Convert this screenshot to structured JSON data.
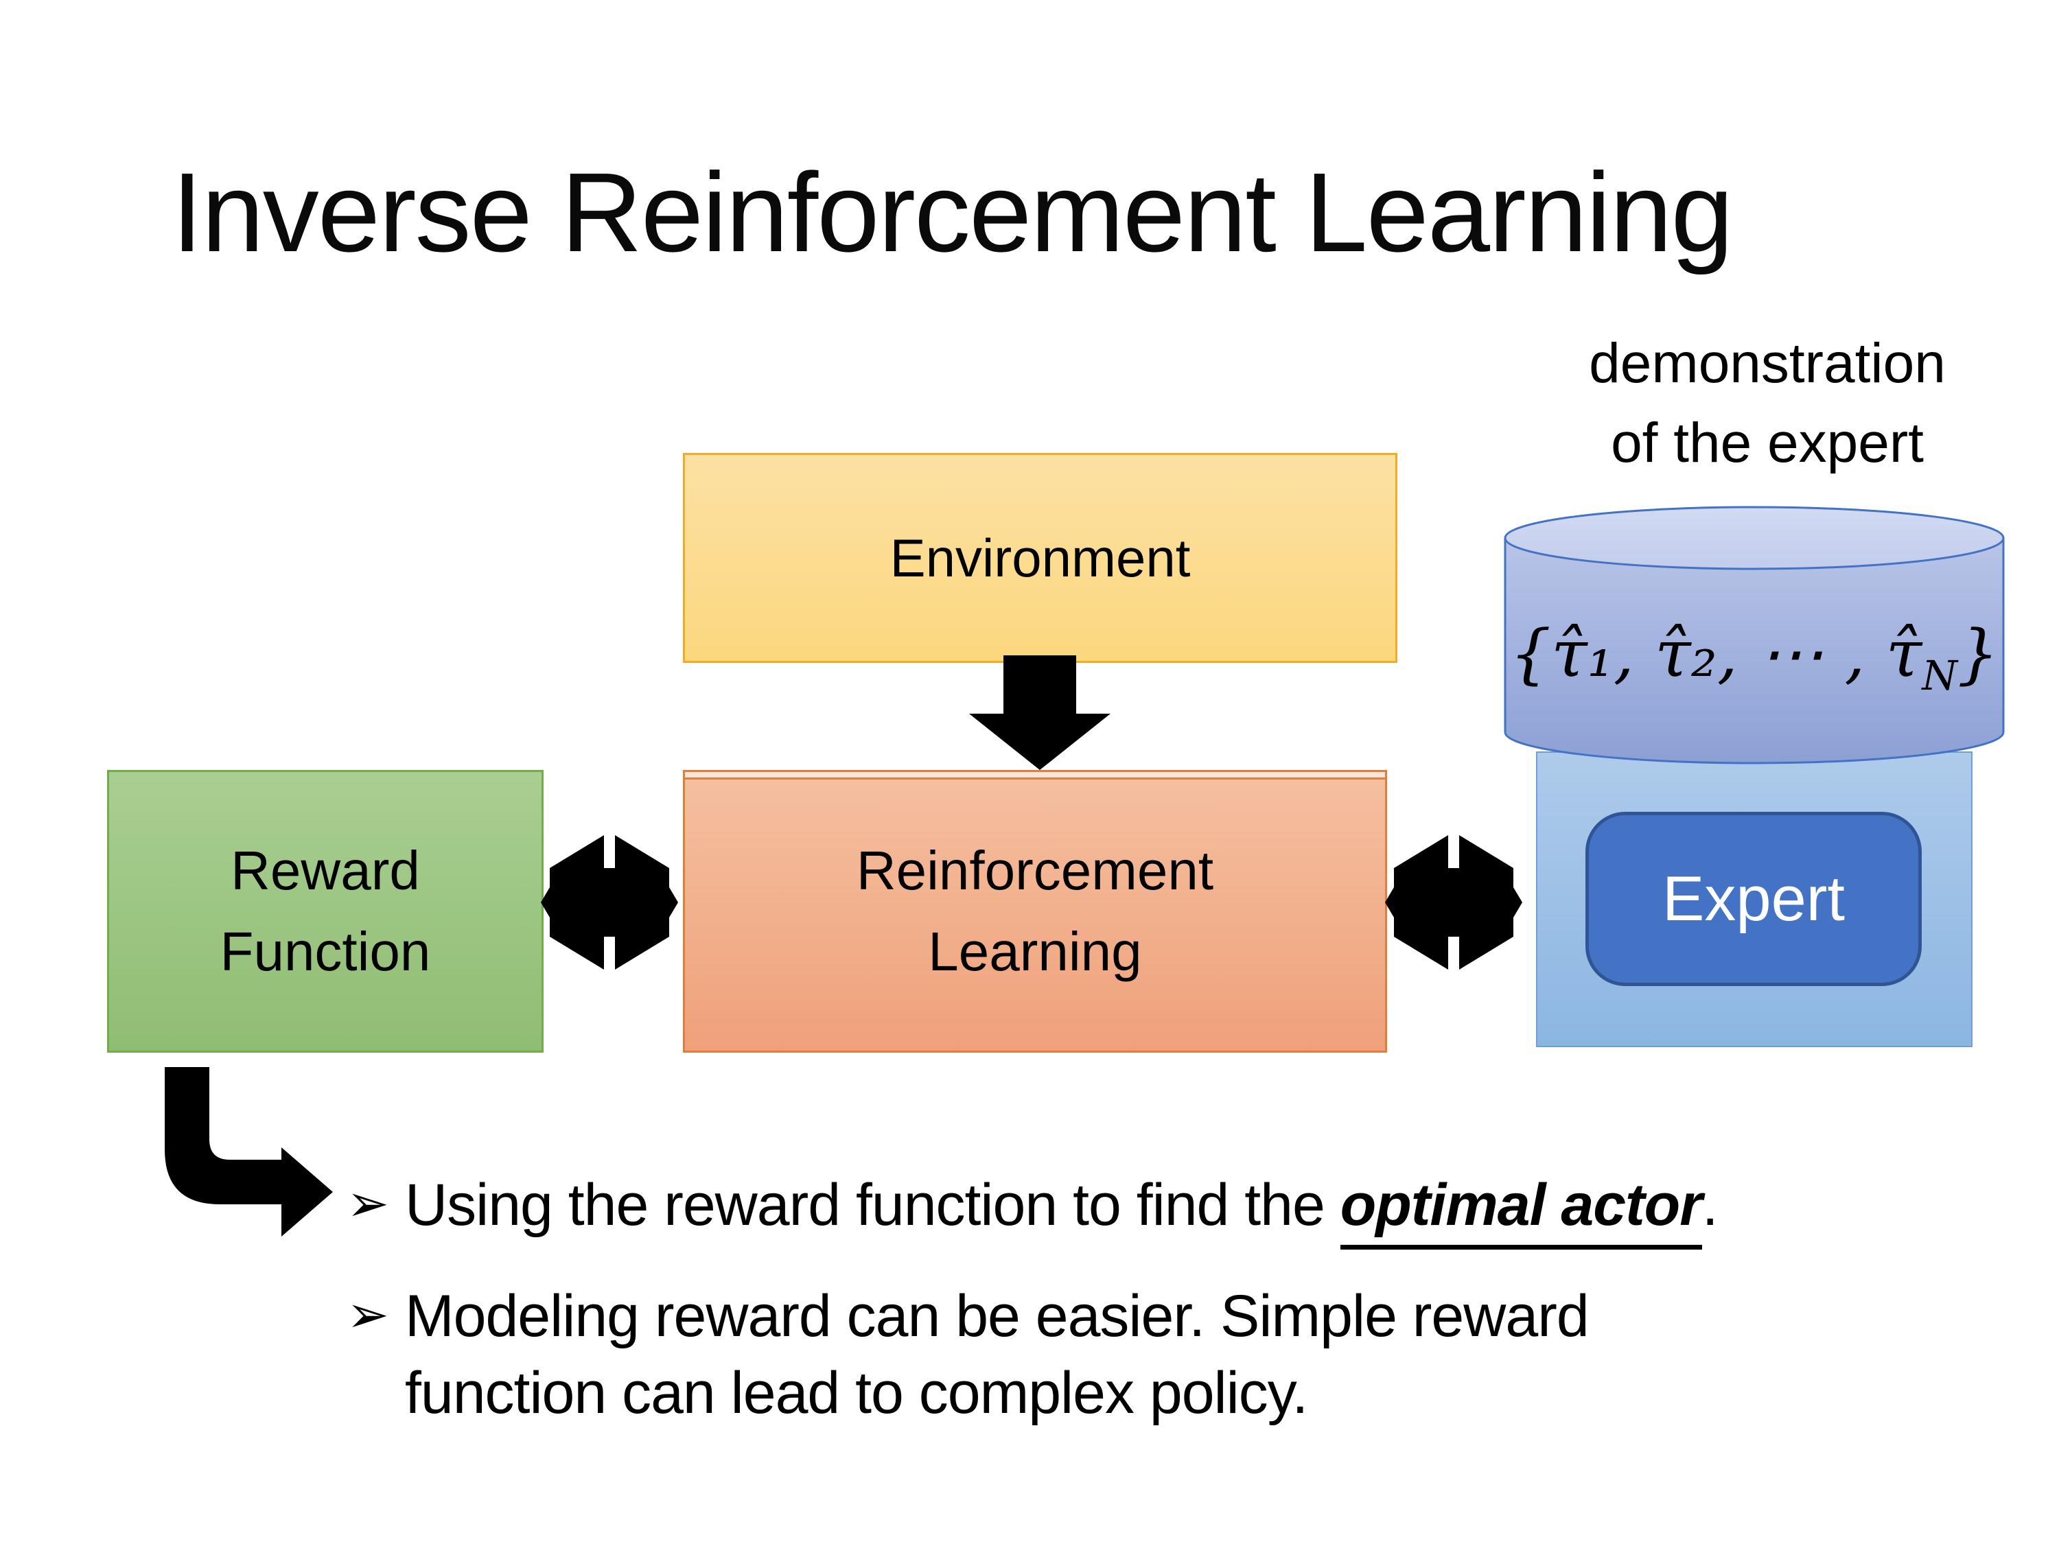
{
  "slide": {
    "title": "Inverse Reinforcement Learning"
  },
  "diagram": {
    "demo_label": {
      "line1": "demonstration",
      "line2": "of the expert"
    },
    "environment": {
      "label": "Environment"
    },
    "reward": {
      "line1": "Reward",
      "line2": "Function"
    },
    "rl": {
      "line1": "Reinforcement",
      "line2": "Learning"
    },
    "expert": {
      "label": "Expert"
    },
    "cylinder": {
      "label_prefix": "{τ̂₁, τ̂₂, ⋯ , τ̂",
      "label_sub": "N",
      "label_suffix": "}"
    }
  },
  "bullets": {
    "marker": "➢",
    "item1": {
      "pre": "Using the reward function to find the ",
      "emphasis": "optimal actor",
      "post": "."
    },
    "item2": {
      "line1": "Modeling reward can be easier. Simple reward",
      "line2": "function can lead to complex policy."
    }
  },
  "colors": {
    "environment_fill": "#FBD77E",
    "environment_border": "#EFAD27",
    "reward_fill": "#9CC57F",
    "reward_border": "#73AC4D",
    "rl_fill": "#F2B08D",
    "rl_border": "#DF7E3D",
    "expert_panel_fill": "#9DC0E6",
    "expert_button_fill": "#4472C4",
    "expert_button_border": "#2F5597",
    "cylinder_fill": "#A2B3DD",
    "cylinder_border": "#4472C4",
    "arrow_black": "#000000",
    "background": "#FFFFFF"
  }
}
